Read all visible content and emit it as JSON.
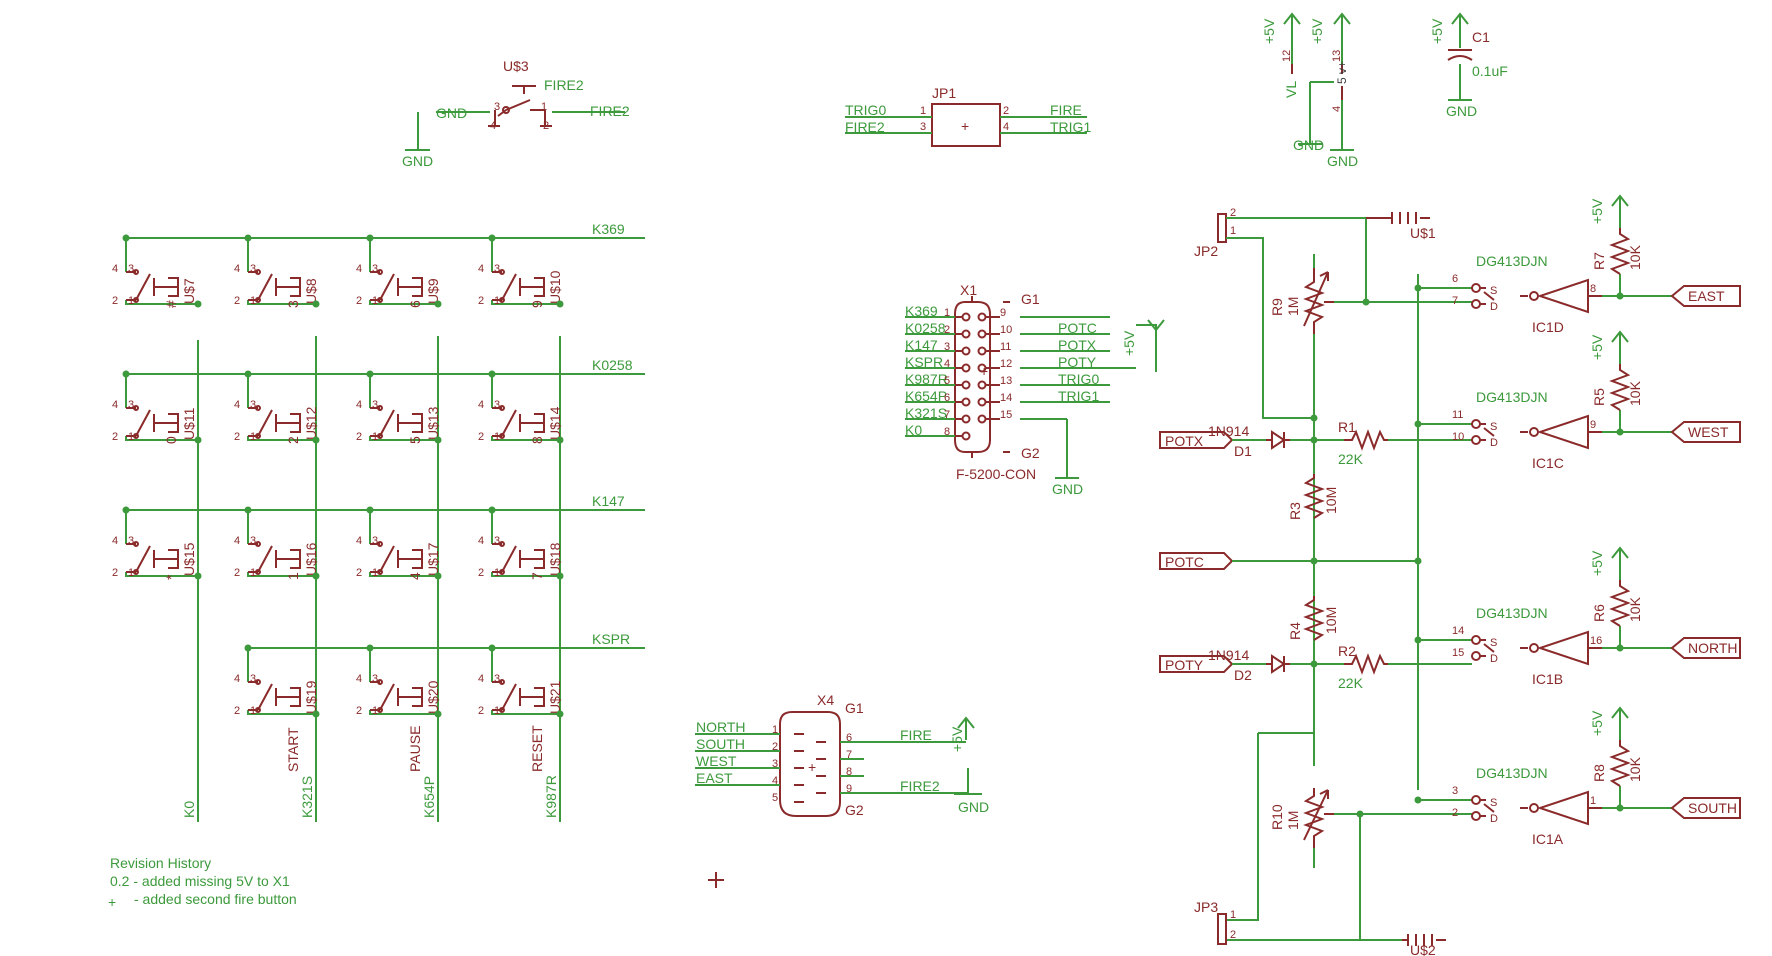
{
  "wire_color": "#3c9a3c",
  "part_color": "#8a2a2a",
  "top": {
    "u3": {
      "ref": "U$3",
      "name": "FIRE2",
      "p1": "1",
      "p2": "2",
      "p3": "3",
      "p4": "4",
      "left_net": "GND",
      "right_net": "FIRE2",
      "gnd": "GND"
    },
    "jp1": {
      "ref": "JP1",
      "l1": "TRIG0",
      "l2": "FIRE2",
      "r1": "FIRE",
      "r2": "TRIG1",
      "p1": "1",
      "p2": "2",
      "p3": "3",
      "p4": "4"
    },
    "supply1": {
      "net": "+5V",
      "pin": "12",
      "vl": "VL",
      "gnd": "GND"
    },
    "supply2": {
      "net": "+5V",
      "pin": "13",
      "pin2": "4",
      "gnd": "GND",
      "tiny": "5 v+"
    },
    "c1": {
      "ref": "C1",
      "value": "0.1uF",
      "net": "+5V",
      "gnd": "GND"
    }
  },
  "matrix": {
    "row_nets": [
      "K369",
      "K0258",
      "K147",
      "KSPR"
    ],
    "col_nets": [
      "K0",
      "K321S",
      "K654P",
      "K987R"
    ],
    "pin_labels": {
      "a": "4",
      "b": "3",
      "c": "2",
      "d": "1"
    },
    "keys": [
      [
        {
          "ref": "U$7",
          "lbl": "#"
        },
        {
          "ref": "U$8",
          "lbl": "3"
        },
        {
          "ref": "U$9",
          "lbl": "6"
        },
        {
          "ref": "U$10",
          "lbl": "9"
        }
      ],
      [
        {
          "ref": "U$11",
          "lbl": "0"
        },
        {
          "ref": "U$12",
          "lbl": "2"
        },
        {
          "ref": "U$13",
          "lbl": "5"
        },
        {
          "ref": "U$14",
          "lbl": "8"
        }
      ],
      [
        {
          "ref": "U$15",
          "lbl": "*"
        },
        {
          "ref": "U$16",
          "lbl": "1"
        },
        {
          "ref": "U$17",
          "lbl": "4"
        },
        {
          "ref": "U$18",
          "lbl": "7"
        }
      ],
      [
        null,
        {
          "ref": "U$19",
          "lbl": "START"
        },
        {
          "ref": "U$20",
          "lbl": "PAUSE"
        },
        {
          "ref": "U$21",
          "lbl": "RESET"
        }
      ]
    ]
  },
  "x1": {
    "ref": "X1",
    "name": "F-5200-CON",
    "g1": "G1",
    "g2": "G2",
    "plus": "+",
    "left": [
      {
        "net": "K369",
        "pin": "1"
      },
      {
        "net": "K0258",
        "pin": "2"
      },
      {
        "net": "K147",
        "pin": "3"
      },
      {
        "net": "KSPR",
        "pin": "4"
      },
      {
        "net": "K987R",
        "pin": "5"
      },
      {
        "net": "K654P",
        "pin": "6"
      },
      {
        "net": "K321S",
        "pin": "7"
      },
      {
        "net": "K0",
        "pin": "8"
      }
    ],
    "right": [
      {
        "pin": "9",
        "net": ""
      },
      {
        "pin": "10",
        "net": "POTC"
      },
      {
        "pin": "11",
        "net": "POTX"
      },
      {
        "pin": "12",
        "net": "POTY"
      },
      {
        "pin": "13",
        "net": "TRIG0"
      },
      {
        "pin": "14",
        "net": "TRIG1"
      },
      {
        "pin": "15",
        "net": ""
      }
    ],
    "supply": "+5V",
    "gnd": "GND"
  },
  "x4": {
    "ref": "X4",
    "g1": "G1",
    "g2": "G2",
    "plus": "+",
    "left": [
      {
        "net": "NORTH",
        "pin": "1"
      },
      {
        "net": "SOUTH",
        "pin": "2"
      },
      {
        "net": "WEST",
        "pin": "3"
      },
      {
        "net": "EAST",
        "pin": "4"
      },
      {
        "net": "",
        "pin": "5"
      }
    ],
    "right": [
      {
        "pin": "6",
        "net": "FIRE"
      },
      {
        "pin": "7",
        "net": ""
      },
      {
        "pin": "8",
        "net": ""
      },
      {
        "pin": "9",
        "net": "FIRE2"
      }
    ],
    "supply": "+5V",
    "gnd": "GND"
  },
  "analog": {
    "jp2": {
      "ref": "JP2",
      "p1": "1",
      "p2": "2"
    },
    "jp3": {
      "ref": "JP3",
      "p1": "1",
      "p2": "2"
    },
    "u1": "U$1",
    "u2": "U$2",
    "r9": {
      "ref": "R9",
      "value": "1M"
    },
    "r10": {
      "ref": "R10",
      "value": "1M"
    },
    "r3": {
      "ref": "R3",
      "value": "10M"
    },
    "r4": {
      "ref": "R4",
      "value": "10M"
    },
    "r1": {
      "ref": "R1",
      "value": "22K"
    },
    "r2": {
      "ref": "R2",
      "value": "22K"
    },
    "d1": {
      "ref": "D1",
      "value": "1N914"
    },
    "d2": {
      "ref": "D2",
      "value": "1N914"
    },
    "ports": {
      "potx": "POTX",
      "poty": "POTY",
      "potc": "POTC"
    },
    "switches": [
      {
        "ref": "IC1D",
        "part": "DG413DJN",
        "s": "6",
        "d": "7",
        "in": "8",
        "r": "R7",
        "rv": "10K",
        "sup": "+5V",
        "port": "EAST"
      },
      {
        "ref": "IC1C",
        "part": "DG413DJN",
        "s": "11",
        "d": "10",
        "in": "9",
        "r": "R5",
        "rv": "10K",
        "sup": "+5V",
        "port": "WEST"
      },
      {
        "ref": "IC1B",
        "part": "DG413DJN",
        "s": "14",
        "d": "15",
        "in": "16",
        "r": "R6",
        "rv": "10K",
        "sup": "+5V",
        "port": "NORTH"
      },
      {
        "ref": "IC1A",
        "part": "DG413DJN",
        "s": "3",
        "d": "2",
        "in": "1",
        "r": "R8",
        "rv": "10K",
        "sup": "+5V",
        "port": "SOUTH"
      }
    ],
    "s_letter": "S",
    "d_letter": "D"
  },
  "notes": {
    "title": "Revision History",
    "line1": "0.2 - added missing 5V to X1",
    "line2": "- added second fire button",
    "plus": "+"
  }
}
